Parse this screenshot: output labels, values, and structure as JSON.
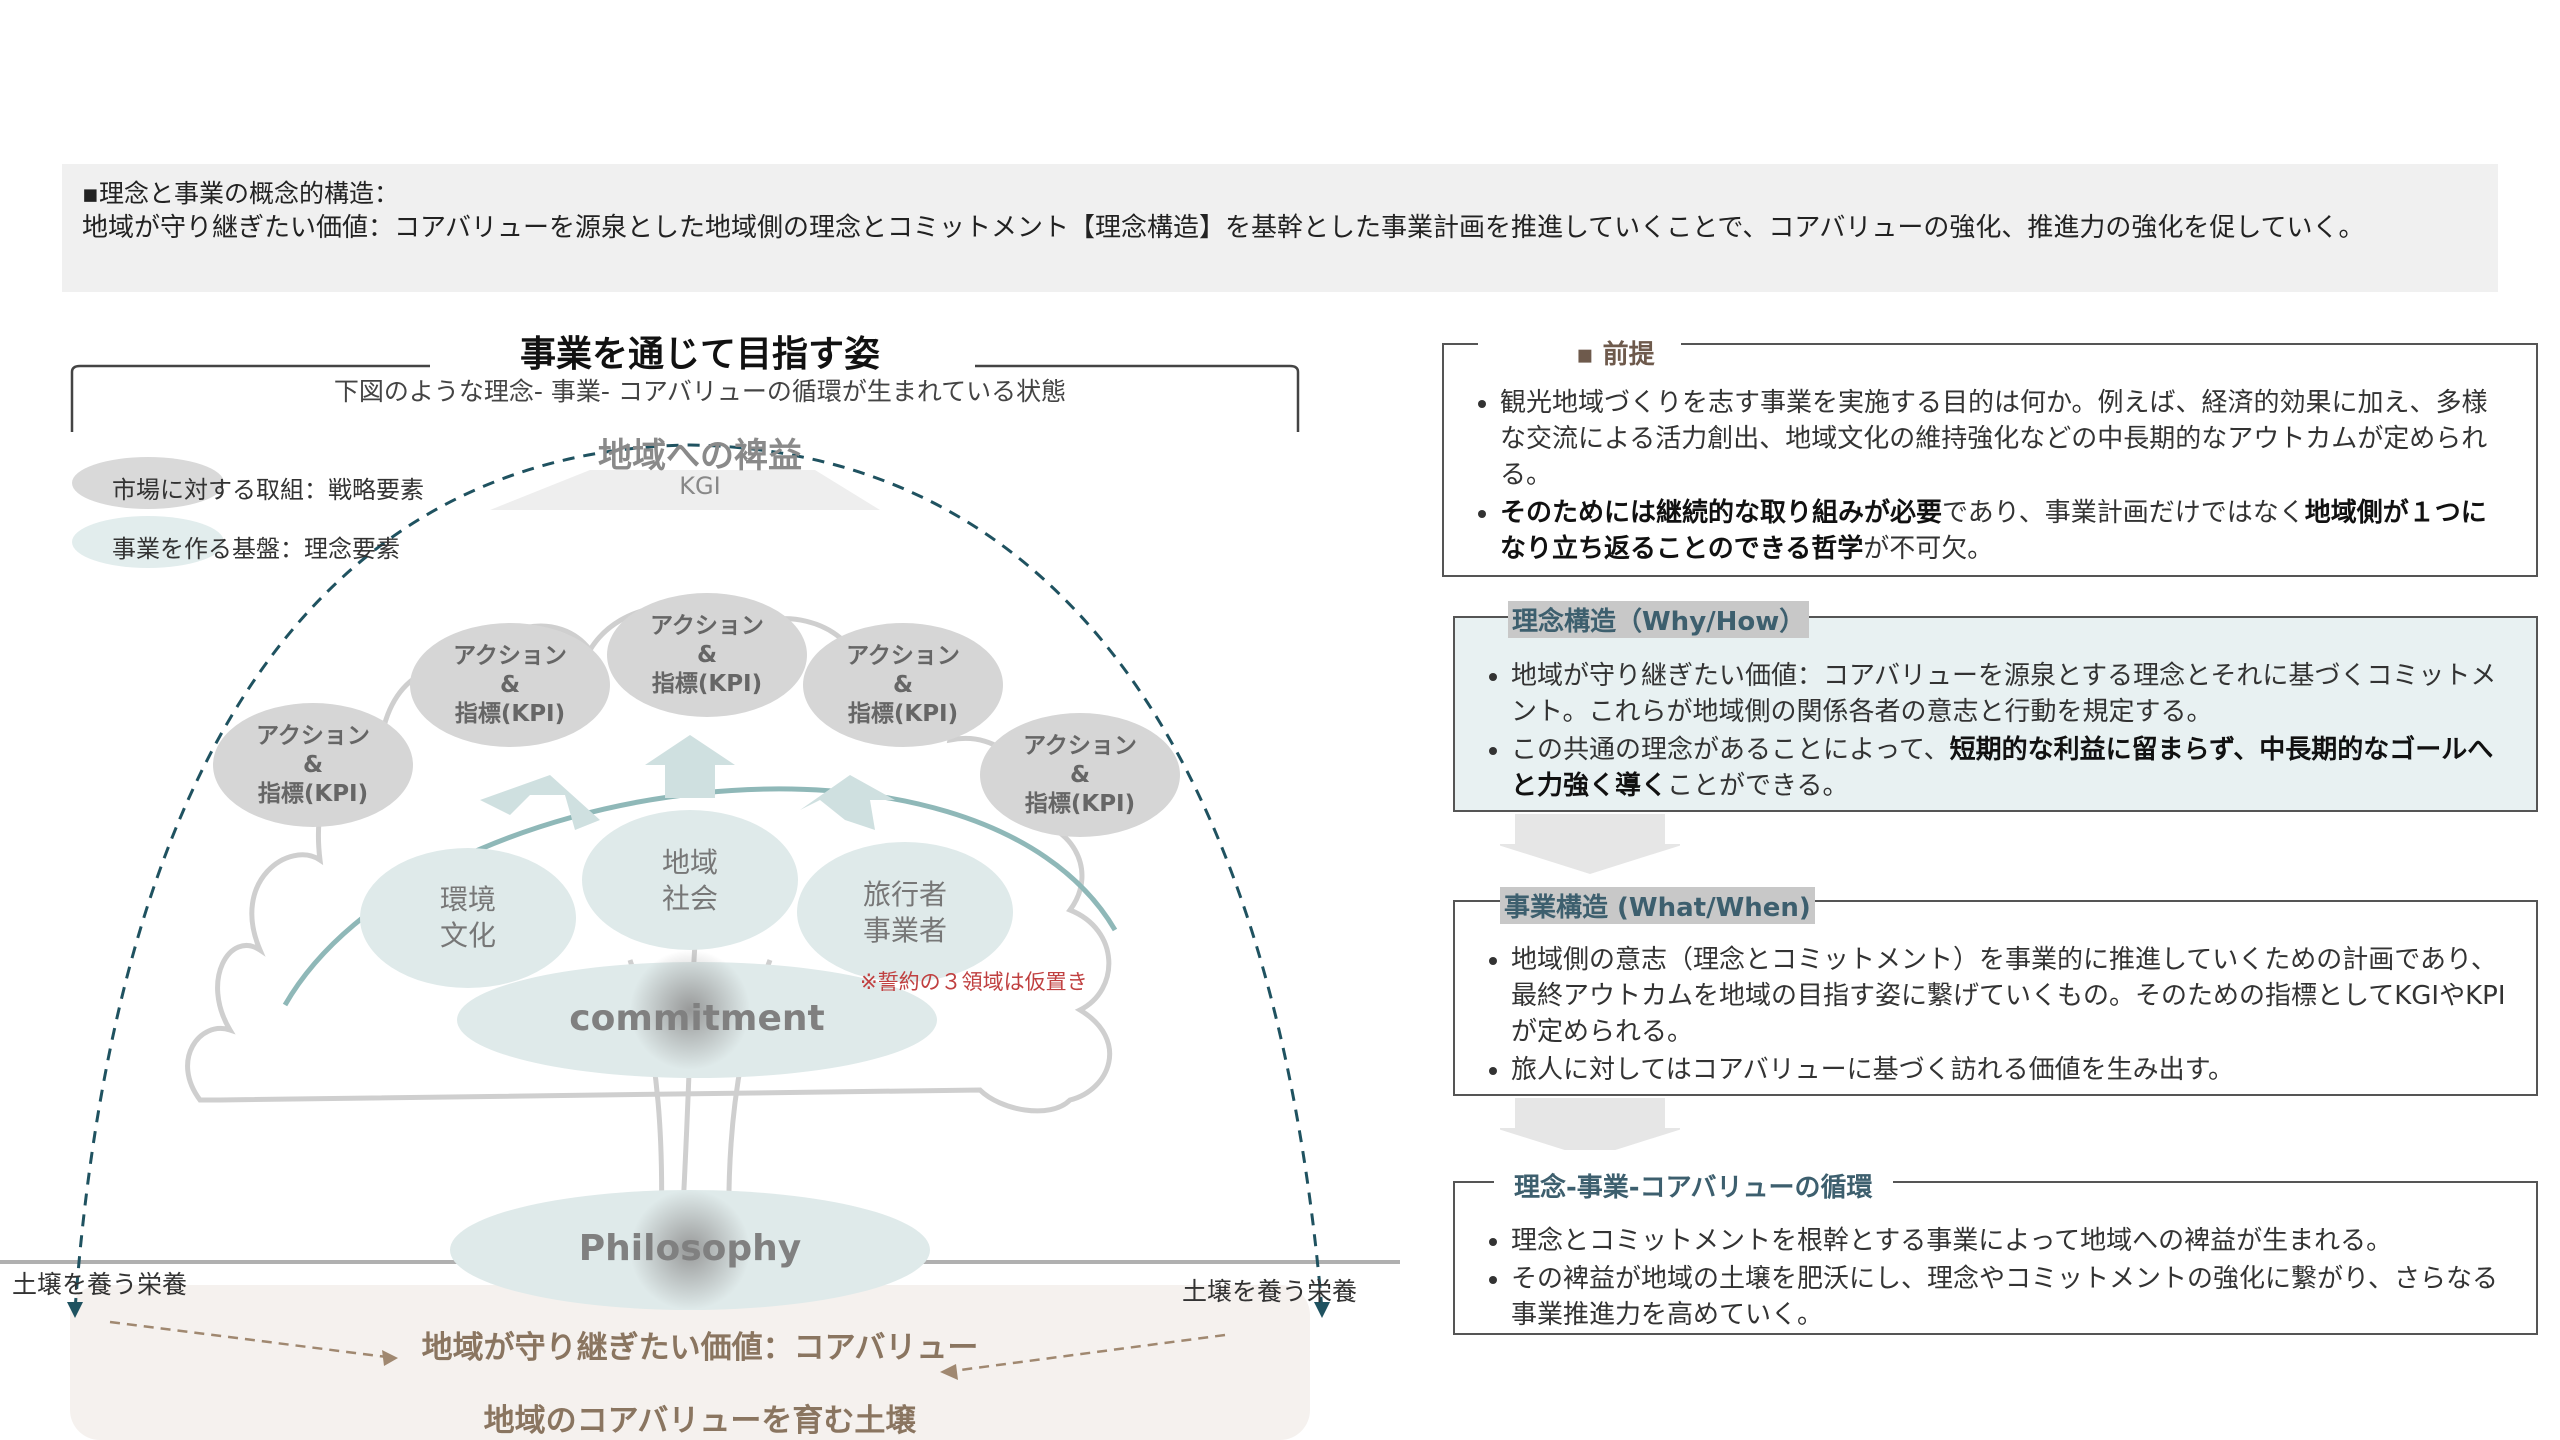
{
  "header": {
    "title": "▪理念と事業の概念的構造：",
    "body": "地域が守り継ぎたい価値：コアバリューを源泉とした地域側の理念とコミットメント【理念構造】を基幹とした事業計画を推進していくことで、コアバリューの強化、推進力の強化を促していく。"
  },
  "diagram": {
    "title": "事業を通じて目指す姿",
    "subtitle": "下図のような理念- 事業- コアバリューの循環が生まれている状態",
    "benefit_label": "地域への裨益",
    "kgi_label": "KGI",
    "legend": [
      {
        "label": "市場に対する取組：戦略要素",
        "color": "#d7d7d7"
      },
      {
        "label": "事業を作る基盤：理念要素",
        "color": "#dfeaea"
      }
    ],
    "actions": [
      {
        "line1": "アクション",
        "line2": "&",
        "line3": "指標(KPI)"
      },
      {
        "line1": "アクション",
        "line2": "&",
        "line3": "指標(KPI)"
      },
      {
        "line1": "アクション",
        "line2": "&",
        "line3": "指標(KPI)"
      },
      {
        "line1": "アクション",
        "line2": "&",
        "line3": "指標(KPI)"
      },
      {
        "line1": "アクション",
        "line2": "&",
        "line3": "指標(KPI)"
      }
    ],
    "domains": [
      {
        "line1": "環境",
        "line2": "文化"
      },
      {
        "line1": "地域",
        "line2": "社会"
      },
      {
        "line1": "旅行者",
        "line2": "事業者"
      }
    ],
    "note": "※誓約の３領域は仮置き",
    "commitment": "commitment",
    "philosophy": "Philosophy",
    "soil_left": "土壌を養う栄養",
    "soil_right": "土壌を養う栄養",
    "core_value": "地域が守り継ぎたい価値：コアバリュー",
    "soil_base": "地域のコアバリューを育む土壌"
  },
  "panels": {
    "premise": {
      "title": "▪ 前提",
      "b1": "観光地域づくりを志す事業を実施する目的は何か。例えば、経済的効果に加え、多様な交流による活力創出、地域文化の維持強化などの中長期的なアウトカムが定められる。",
      "b2_bold1": "そのためには継続的な取り組みが必要",
      "b2_mid": "であり、事業計画だけではなく",
      "b2_bold2": "地域側が１つになり立ち返ることのできる哲学",
      "b2_end": "が不可欠。"
    },
    "philosophy": {
      "title": "理念構造（Why/How）",
      "b1": "地域が守り継ぎたい価値：コアバリューを源泉とする理念とそれに基づくコミットメント。これらが地域側の関係各者の意志と行動を規定する。",
      "b2_start": "この共通の理念があることによって、",
      "b2_bold": "短期的な利益に留まらず、中長期的なゴールへと力強く導く",
      "b2_end": "ことができる。"
    },
    "business": {
      "title": "事業構造 (What/When)",
      "b1": "地域側の意志（理念とコミットメント）を事業的に推進していくための計画であり、最終アウトカムを地域の目指す姿に繋げていくもの。そのための指標としてKGIやKPIが定められる。",
      "b2": "旅人に対してはコアバリューに基づく訪れる価値を生み出す。"
    },
    "cycle": {
      "title": "理念-事業-コアバリューの循環",
      "b1": "理念とコミットメントを根幹とする事業によって地域への裨益が生まれる。",
      "b2": "その裨益が地域の土壌を肥沃にし、理念やコミットメントの強化に繋がり、さらなる事業推進力を高めていく。"
    }
  },
  "colors": {
    "teal_dark": "#1f5260",
    "teal_light": "#e8f1f2",
    "gray_light": "#f0f0f0",
    "brown": "#8a7560",
    "note_red": "#c04040"
  }
}
